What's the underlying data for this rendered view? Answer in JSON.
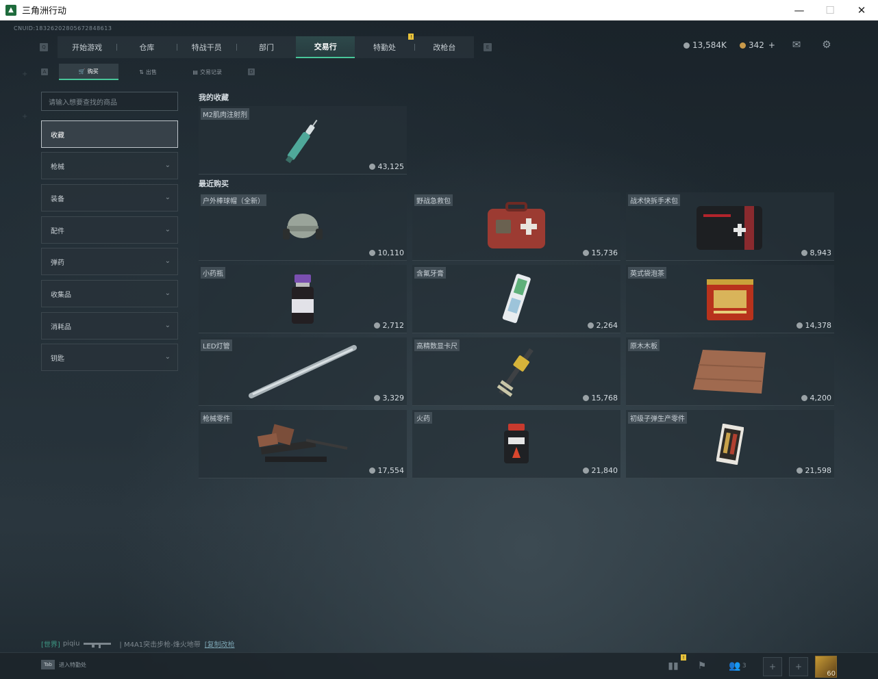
{
  "window": {
    "title": "三角洲行动",
    "minimize": "—",
    "maximize": "☐",
    "close": "✕"
  },
  "uid": "CNUID:18326202805672848613",
  "topnav": {
    "left_key": "Q",
    "right_key": "E",
    "tabs": [
      {
        "label": "开始游戏"
      },
      {
        "label": "仓库"
      },
      {
        "label": "特战干员"
      },
      {
        "label": "部门"
      },
      {
        "label": "交易行",
        "active": true
      },
      {
        "label": "特勤处",
        "badge": "!"
      },
      {
        "label": "改枪台"
      }
    ]
  },
  "currency": {
    "silver": "13,584K",
    "gold": "342",
    "gold_add": "+"
  },
  "icons": {
    "mail": "mail-icon",
    "settings": "gear-icon"
  },
  "subnav": {
    "left_key": "A",
    "right_key": "D",
    "tabs": [
      {
        "label": "购买",
        "icon": "cart-icon",
        "active": true
      },
      {
        "label": "出售",
        "icon": "sell-icon"
      },
      {
        "label": "交易记录",
        "icon": "record-icon"
      }
    ]
  },
  "search": {
    "placeholder": "请输入想要查找的商品"
  },
  "categories": [
    {
      "label": "收藏",
      "active": true
    },
    {
      "label": "枪械"
    },
    {
      "label": "装备"
    },
    {
      "label": "配件"
    },
    {
      "label": "弹药"
    },
    {
      "label": "收集品"
    },
    {
      "label": "消耗品"
    },
    {
      "label": "钥匙"
    }
  ],
  "favorites": {
    "title": "我的收藏",
    "items": [
      {
        "name": "M2肌肉注射剂",
        "price": "43,125",
        "icon": "syringe-icon"
      }
    ]
  },
  "recent": {
    "title": "最近购买",
    "items": [
      {
        "name": "户外棒球帽（全新）",
        "price": "10,110",
        "icon": "cap-icon"
      },
      {
        "name": "野战急救包",
        "price": "15,736",
        "icon": "medkit-icon"
      },
      {
        "name": "战术快拆手术包",
        "price": "8,943",
        "icon": "surgery-kit-icon"
      },
      {
        "name": "小药瓶",
        "price": "2,712",
        "icon": "vial-icon"
      },
      {
        "name": "含氟牙膏",
        "price": "2,264",
        "icon": "toothpaste-icon"
      },
      {
        "name": "英式袋泡茶",
        "price": "14,378",
        "icon": "tea-tin-icon"
      },
      {
        "name": "LED灯管",
        "price": "3,329",
        "icon": "led-tube-icon"
      },
      {
        "name": "高精数显卡尺",
        "price": "15,768",
        "icon": "caliper-icon"
      },
      {
        "name": "原木木板",
        "price": "4,200",
        "icon": "wood-plank-icon"
      },
      {
        "name": "枪械零件",
        "price": "17,554",
        "icon": "gun-parts-icon"
      },
      {
        "name": "火药",
        "price": "21,840",
        "icon": "gunpowder-icon"
      },
      {
        "name": "初级子弹生产零件",
        "price": "21,598",
        "icon": "bullet-parts-icon"
      }
    ]
  },
  "chat": {
    "channel": "[世界]",
    "user": "piqiu",
    "message": "| M4A1突击步枪-烽火地带",
    "link": "[复制改枪"
  },
  "bottom": {
    "tab_key": "Tab",
    "tab_label": "进入特勤处",
    "friends_count": "3",
    "level": "60",
    "badge": "!"
  },
  "colors": {
    "accent": "#49c79a",
    "badge": "#e8c23a",
    "gold": "#c99a4a"
  }
}
